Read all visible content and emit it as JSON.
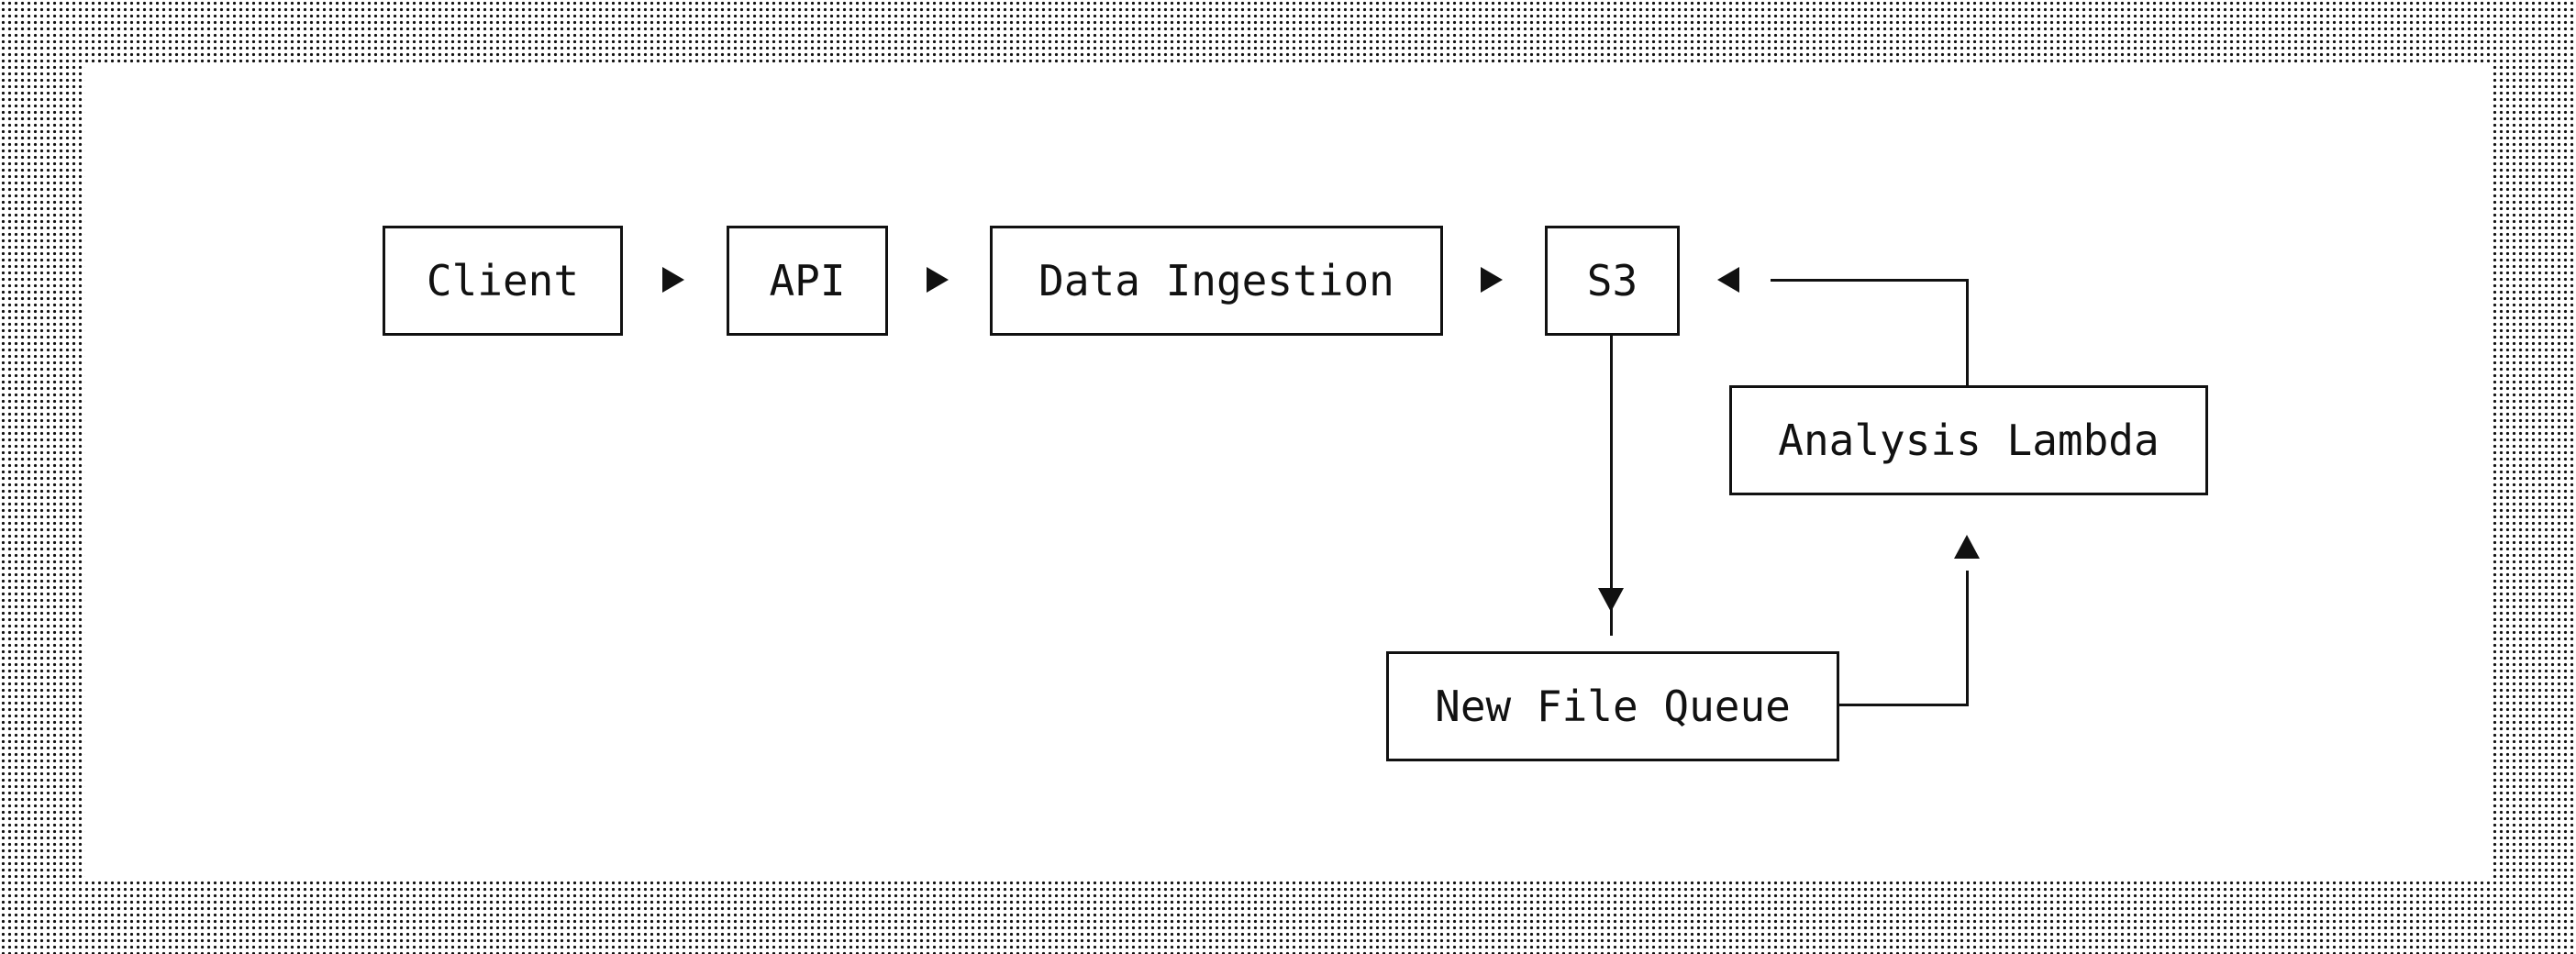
{
  "diagram": {
    "nodes": {
      "client": "Client",
      "api": "API",
      "data_ingestion": "Data Ingestion",
      "s3": "S3",
      "analysis_lambda": "Analysis Lambda",
      "new_file_queue": "New File Queue"
    },
    "edges": [
      {
        "from": "Client",
        "to": "API"
      },
      {
        "from": "API",
        "to": "Data Ingestion"
      },
      {
        "from": "Data Ingestion",
        "to": "S3"
      },
      {
        "from": "S3",
        "to": "New File Queue"
      },
      {
        "from": "New File Queue",
        "to": "Analysis Lambda"
      },
      {
        "from": "Analysis Lambda",
        "to": "S3"
      }
    ]
  },
  "colors": {
    "ink": "#111111",
    "background": "#ffffff"
  }
}
